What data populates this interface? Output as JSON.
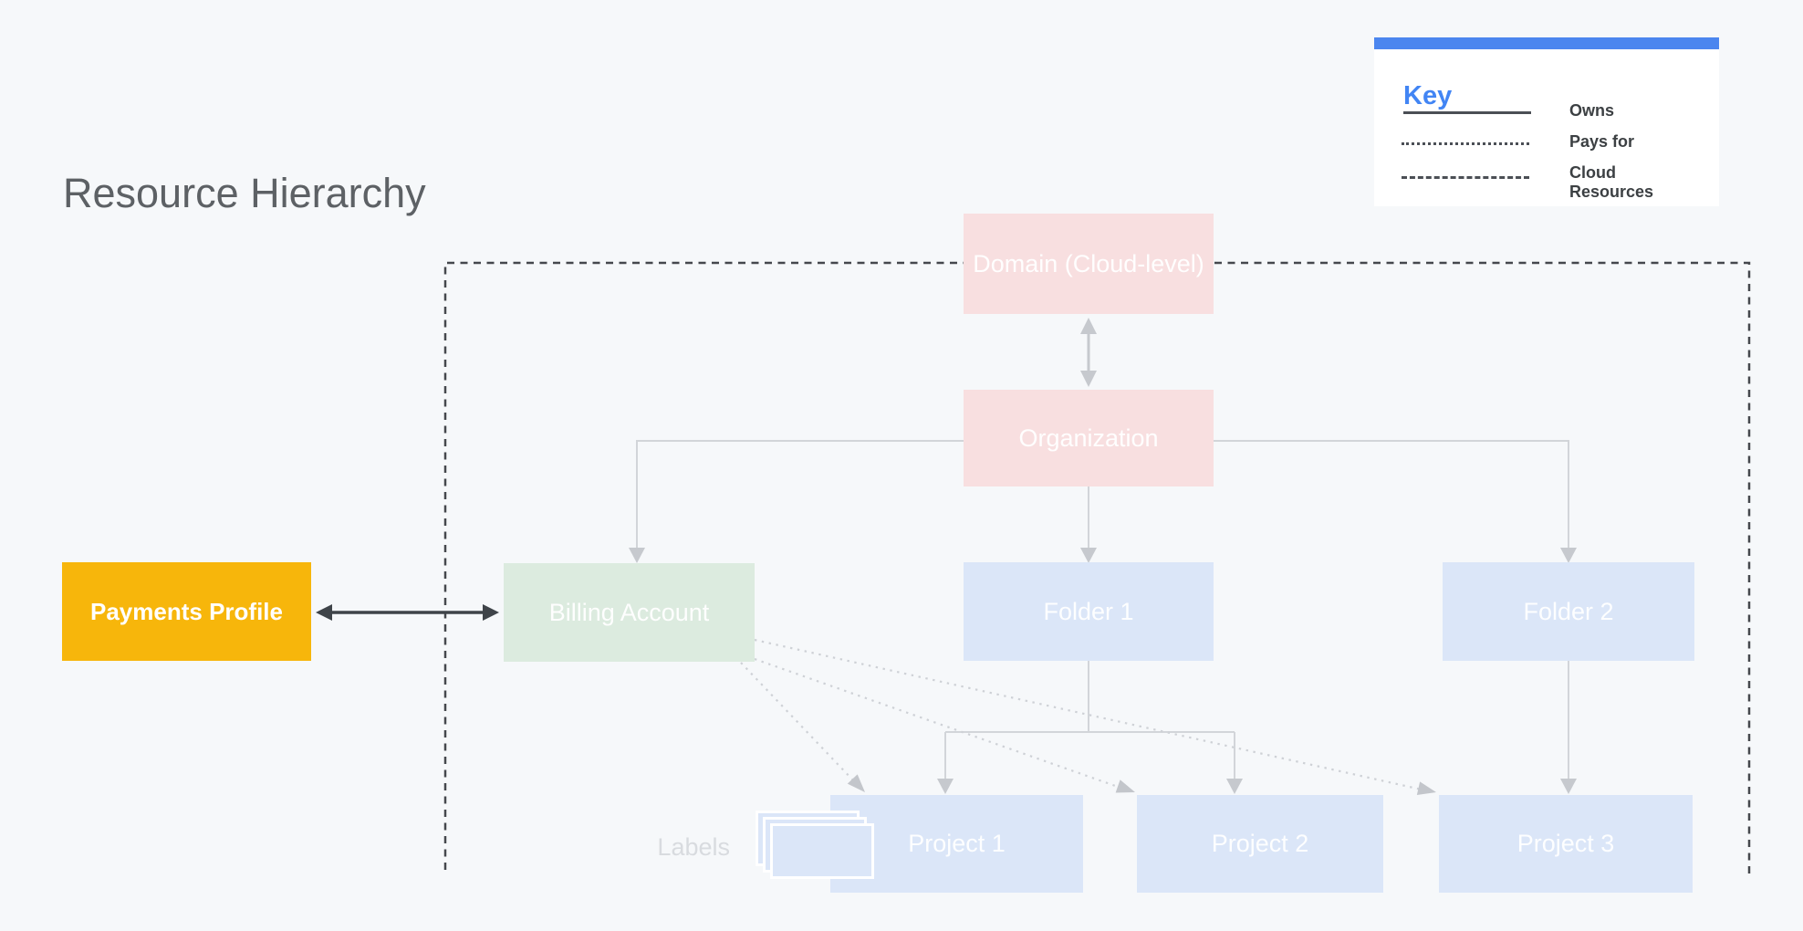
{
  "title": "Resource Hierarchy",
  "labels_caption": "Labels",
  "legend": {
    "title": "Key",
    "accent_bar_color": "#4b86ef",
    "title_color": "#4285f4",
    "items": [
      {
        "line_style": "solid",
        "label": "Owns"
      },
      {
        "line_style": "dotted",
        "label": "Pays for"
      },
      {
        "line_style": "dashed",
        "label": "Cloud Resources"
      }
    ]
  },
  "nodes": {
    "domain": {
      "label": "Domain (Cloud-level)",
      "color": "#f8dfe0"
    },
    "organization": {
      "label": "Organization",
      "color": "#f8dfe0"
    },
    "payments_profile": {
      "label": "Payments Profile",
      "color": "#f7b60b"
    },
    "billing_account": {
      "label": "Billing Account",
      "color": "#dcebdf"
    },
    "folder1": {
      "label": "Folder 1",
      "color": "#dbe6f8"
    },
    "folder2": {
      "label": "Folder 2",
      "color": "#dbe6f8"
    },
    "project1": {
      "label": "Project 1",
      "color": "#dbe6f8"
    },
    "project2": {
      "label": "Project 2",
      "color": "#dbe6f8"
    },
    "project3": {
      "label": "Project 3",
      "color": "#dbe6f8"
    }
  },
  "edges": [
    {
      "from": "Domain (Cloud-level)",
      "to": "Organization",
      "type": "bidirectional"
    },
    {
      "from": "Organization",
      "to": "Billing Account",
      "type": "owns"
    },
    {
      "from": "Organization",
      "to": "Folder 1",
      "type": "owns"
    },
    {
      "from": "Organization",
      "to": "Folder 2",
      "type": "owns"
    },
    {
      "from": "Folder 1",
      "to": "Project 1",
      "type": "owns"
    },
    {
      "from": "Folder 1",
      "to": "Project 2",
      "type": "owns"
    },
    {
      "from": "Folder 2",
      "to": "Project 3",
      "type": "owns"
    },
    {
      "from": "Payments Profile",
      "to": "Billing Account",
      "type": "bidirectional"
    },
    {
      "from": "Billing Account",
      "to": "Project 1",
      "type": "pays_for"
    },
    {
      "from": "Billing Account",
      "to": "Project 2",
      "type": "pays_for"
    },
    {
      "from": "Billing Account",
      "to": "Project 3",
      "type": "pays_for"
    }
  ],
  "colors": {
    "background": "#f6f8fa",
    "title_text": "#5d6165",
    "boundary_dash": "#45484d",
    "owns_line": "#d2d5d9",
    "owns_arrowhead": "#c6c9ce",
    "pays_for_dotted": "#ced1d6",
    "payments_arrow": "#3f4449",
    "node_text": "#ffffff"
  }
}
